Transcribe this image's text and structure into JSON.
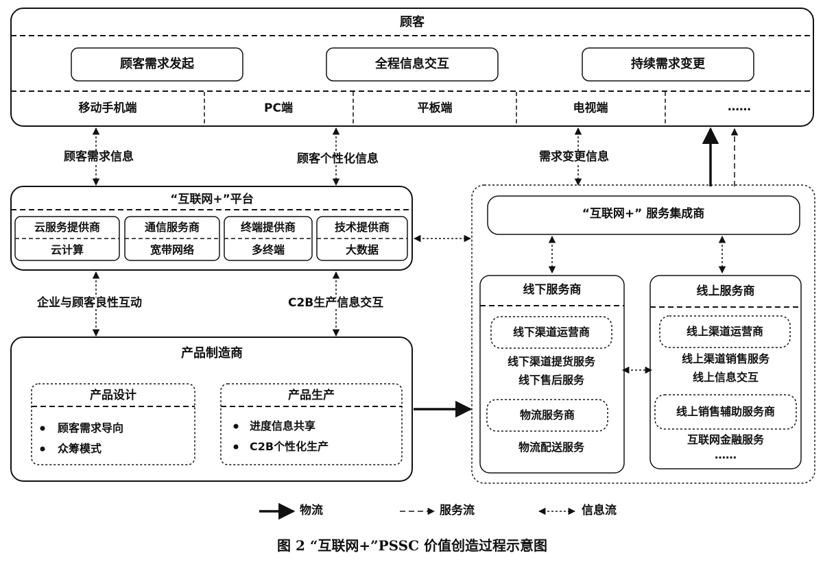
{
  "customer": {
    "title": "顾客",
    "actions": [
      "顾客需求发起",
      "全程信息交互",
      "持续需求变更"
    ],
    "terminals": [
      "移动手机端",
      "PC端",
      "平板端",
      "电视端",
      "……"
    ]
  },
  "flows_top": {
    "demand_info": "顾客需求信息",
    "personal_info": "顾客个性化信息",
    "change_info": "需求变更信息"
  },
  "platform": {
    "title": "“互联网+”平台",
    "providers": [
      {
        "name": "云服务提供商",
        "service": "云计算"
      },
      {
        "name": "通信服务商",
        "service": "宽带网络"
      },
      {
        "name": "终端提供商",
        "service": "多终端"
      },
      {
        "name": "技术提供商",
        "service": "大数据"
      }
    ]
  },
  "flows_mid": {
    "interaction": "企业与顾客良性互动",
    "c2b_info": "C2B生产信息交互"
  },
  "manufacturer": {
    "title": "产品制造商",
    "design": {
      "title": "产品设计",
      "items": [
        "顾客需求导向",
        "众筹模式"
      ]
    },
    "production": {
      "title": "产品生产",
      "items": [
        "进度信息共享",
        "C2B个性化生产"
      ]
    }
  },
  "integrator": {
    "title": "“互联网+” 服务集成商",
    "offline": {
      "title": "线下服务商",
      "channel": "线下渠道运营商",
      "channel_services": [
        "线下渠道提货服务",
        "线下售后服务"
      ],
      "logistics": "物流服务商",
      "logistics_service": "物流配送服务"
    },
    "online": {
      "title": "线上服务商",
      "channel": "线上渠道运营商",
      "channel_services": [
        "线上渠道销售服务",
        "线上信息交互"
      ],
      "aux": "线上销售辅助服务商",
      "aux_services": [
        "互联网金融服务",
        "……"
      ]
    }
  },
  "legend": {
    "physical": "物流",
    "service": "服务流",
    "info": "信息流"
  },
  "caption": "图 2 “互联网+”PSSC 价值创造过程示意图"
}
